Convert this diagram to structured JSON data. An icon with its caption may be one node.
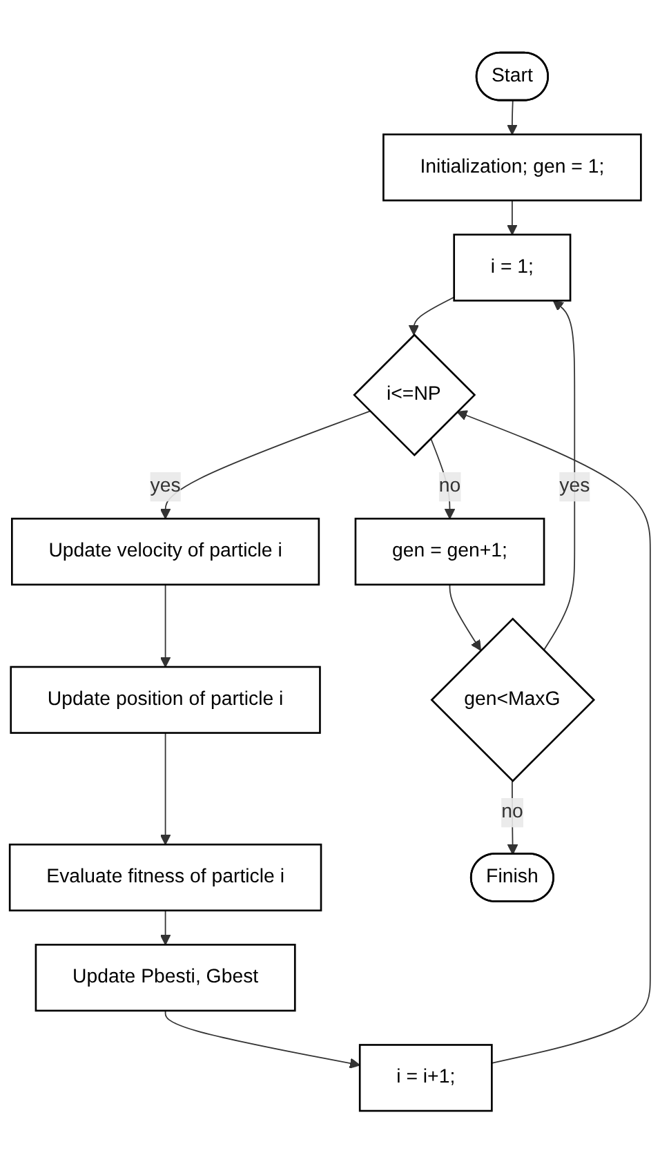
{
  "diagram": {
    "nodes": [
      {
        "text": [
          "Start"
        ]
      },
      {
        "text": [
          "Initialization; gen = 1;"
        ]
      },
      {
        "text": [
          "i = 1;"
        ]
      },
      {
        "text": [
          "i<=NP"
        ]
      },
      {
        "text": [
          "Update velocity of particle i"
        ]
      },
      {
        "text": [
          "Update position of particle i"
        ]
      },
      {
        "text": [
          "Evaluate fitness of particle i"
        ]
      },
      {
        "text": [
          "Update Pbesti, Gbest"
        ]
      },
      {
        "text": [
          "i = i+1;"
        ]
      },
      {
        "text": [
          "gen = gen+1;"
        ]
      },
      {
        "text": [
          "gen<MaxG"
        ]
      },
      {
        "text": [
          "Finish"
        ]
      }
    ],
    "edges": [
      {
        "from": 0,
        "to": 1,
        "arrow": "to"
      },
      {
        "from": 1,
        "to": 2,
        "arrow": "to"
      },
      {
        "from": 2,
        "to": 3,
        "arrow": "to"
      },
      {
        "from": 3,
        "to": 4,
        "arrow": "to",
        "label": "yes"
      },
      {
        "from": 4,
        "to": 5,
        "arrow": "to"
      },
      {
        "from": 5,
        "to": 6,
        "arrow": "to"
      },
      {
        "from": 6,
        "to": 7,
        "arrow": "to"
      },
      {
        "from": 7,
        "to": 8,
        "arrow": "to"
      },
      {
        "from": 8,
        "to": 3,
        "arrow": "to"
      },
      {
        "from": 3,
        "to": 9,
        "arrow": "to",
        "label": "no"
      },
      {
        "from": 9,
        "to": 10,
        "arrow": "to"
      },
      {
        "from": 10,
        "to": 2,
        "arrow": "to",
        "label": "yes"
      },
      {
        "from": 10,
        "to": 11,
        "arrow": "to",
        "label": "no"
      }
    ]
  }
}
